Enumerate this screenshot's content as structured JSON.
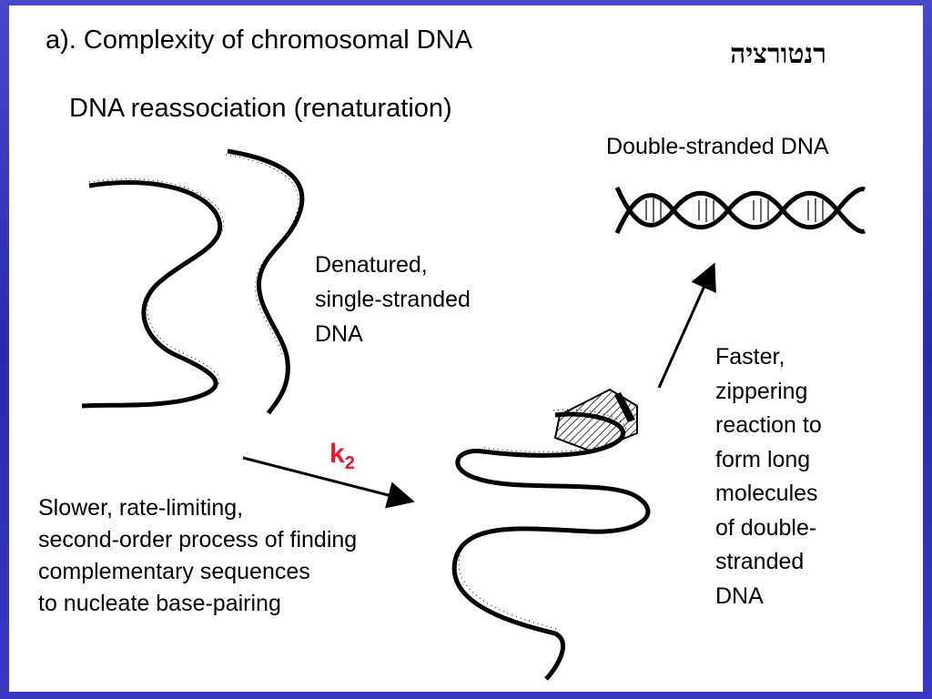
{
  "slide": {
    "title": "a). Complexity of chromosomal DNA",
    "hebrew_label": "רנטורציה",
    "subtitle": "DNA reassociation (renaturation)",
    "double_stranded_label": "Double-stranded DNA",
    "denatured_label": {
      "line1": "Denatured,",
      "line2": "single-stranded",
      "line3": "DNA"
    },
    "rate_constant": {
      "symbol": "k",
      "subscript": "2"
    },
    "slow_step_text": {
      "line1": "Slower, rate-limiting,",
      "line2": "second-order process of finding",
      "line3": "complementary sequences",
      "line4": "to nucleate base-pairing"
    },
    "fast_step_text": {
      "line1": "Faster,",
      "line2": "zippering",
      "line3": "reaction to",
      "line4": "form long",
      "line5": "molecules",
      "line6": "of double-",
      "line7": "stranded",
      "line8": "DNA"
    },
    "colors": {
      "background": "#3a38c0",
      "panel": "#ffffff",
      "k2_red": "#e8182e"
    }
  }
}
